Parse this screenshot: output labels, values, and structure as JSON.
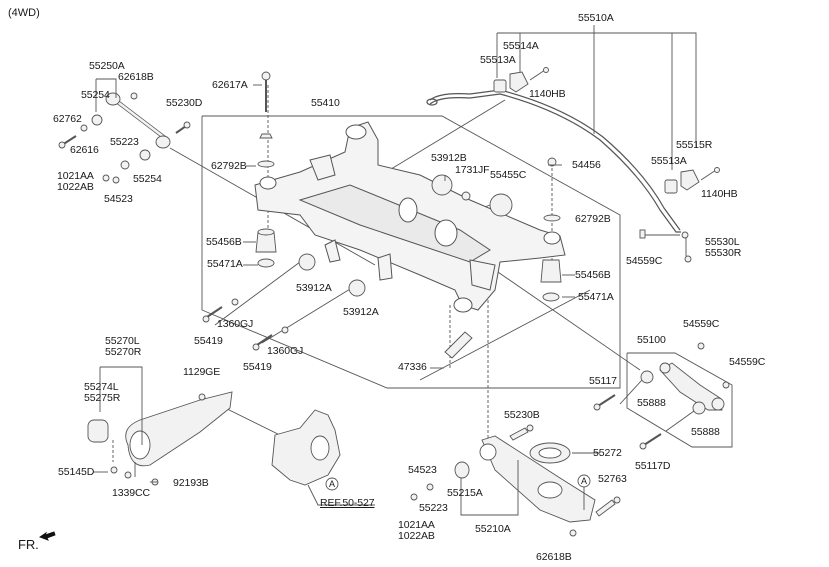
{
  "diagram": {
    "variant_label": "(4WD)",
    "direction_label": "FR.",
    "ref_label": "REF.50-527",
    "marker_letter": "A",
    "line_color": "#555555",
    "part_fill": "#f2f2f2"
  },
  "parts": {
    "p55250A": "55250A",
    "p62618B_top": "62618B",
    "p55254_a": "55254",
    "p62762": "62762",
    "p62616": "62616",
    "p55223_a": "55223",
    "p55254_b": "55254",
    "p1021AA_a": "1021AA",
    "p1022AB_a": "1022AB",
    "p54523_a": "54523",
    "p55230D": "55230D",
    "p62617A": "62617A",
    "p62792B_a": "62792B",
    "p55410": "55410",
    "p55456B_a": "55456B",
    "p55471A_a": "55471A",
    "p53912A_a": "53912A",
    "p53912A_b": "53912A",
    "p55419_a": "55419",
    "p1360GJ_a": "1360GJ",
    "p55419_b": "55419",
    "p1360GJ_b": "1360GJ",
    "p47336": "47336",
    "p53912B": "53912B",
    "p1731JF": "1731JF",
    "p55455C": "55455C",
    "p54456": "54456",
    "p62792B_b": "62792B",
    "p55456B_b": "55456B",
    "p55471A_b": "55471A",
    "p55510A": "55510A",
    "p55514A": "55514A",
    "p55513A_a": "55513A",
    "p1140HB_a": "1140HB",
    "p55515R": "55515R",
    "p55513A_b": "55513A",
    "p1140HB_b": "1140HB",
    "p54559C_a": "54559C",
    "p55530L": "55530L",
    "p55530R": "55530R",
    "p55270L": "55270L",
    "p55270R": "55270R",
    "p55274L": "55274L",
    "p55275R": "55275R",
    "p55145D": "55145D",
    "p1339CC": "1339CC",
    "p92193B": "92193B",
    "p1129GE": "1129GE",
    "p55100": "55100",
    "p54559C_b": "54559C",
    "p54559C_c": "54559C",
    "p55117": "55117",
    "p55888_a": "55888",
    "p55888_b": "55888",
    "p55117D": "55117D",
    "p55230B": "55230B",
    "p55272": "55272",
    "p54523_b": "54523",
    "p55223_b": "55223",
    "p55215A": "55215A",
    "p1021AA_b": "1021AA",
    "p1022AB_b": "1022AB",
    "p55210A": "55210A",
    "p52763": "52763",
    "p62618B_bot": "62618B"
  }
}
